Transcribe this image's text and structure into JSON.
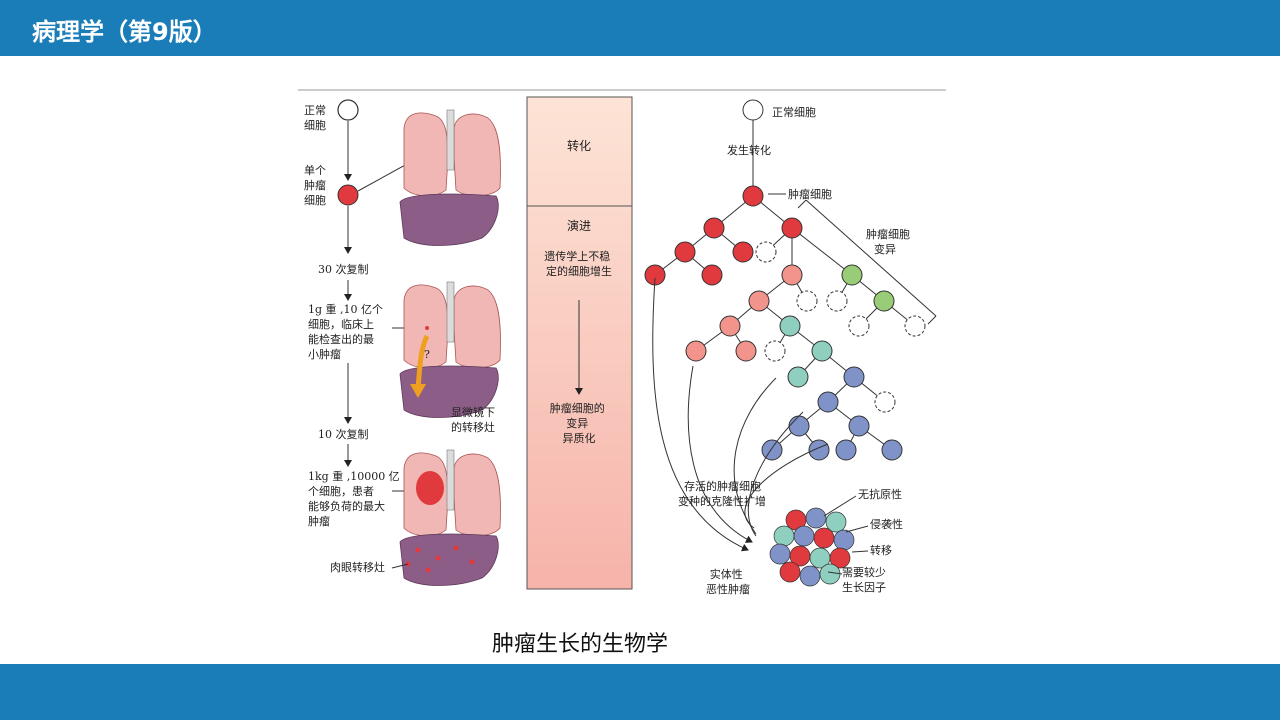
{
  "header": {
    "title": "病理学（第9版）"
  },
  "caption": "肿瘤生长的生物学",
  "left": {
    "normal_cell": [
      "正常",
      "细胞"
    ],
    "single_tumor_cell": [
      "单个",
      "肿瘤",
      "细胞"
    ],
    "replication_30": "30 次复制",
    "stage_1g": [
      "1g 重 ,10 亿个",
      "细胞，临床上",
      "能检查出的最",
      "小肿瘤"
    ],
    "microscopic_mets": [
      "显微镜下",
      "的转移灶"
    ],
    "replication_10": "10 次复制",
    "stage_1kg": [
      "1kg 重 ,10000 亿",
      "个细胞，患者",
      "能够负荷的最大",
      "肿瘤"
    ],
    "gross_mets": "肉眼转移灶",
    "question_mark": "?"
  },
  "middle": {
    "transformation": "转化",
    "progression": "演进",
    "genetic_instability": [
      "遗传学上不稳",
      "定的细胞增生"
    ],
    "heterogeneity": [
      "肿瘤细胞的",
      "变异",
      "异质化"
    ]
  },
  "right": {
    "normal_cell": "正常细胞",
    "transformed": "发生转化",
    "tumor_cell": "肿瘤细胞",
    "tumor_variants": [
      "肿瘤细胞",
      "变异"
    ],
    "surviving_clones": [
      "存活的肿瘤细胞",
      "变种的克隆性扩增"
    ],
    "solid_malignant": [
      "实体性",
      "恶性肿瘤"
    ],
    "no_antigenicity": "无抗原性",
    "invasiveness": "侵袭性",
    "metastasis": "转移",
    "growth_factors": [
      "需要较少",
      "生长因子"
    ]
  },
  "colors": {
    "bar": "#1a7db8",
    "red_cell": "#e03a3e",
    "pink_cell": "#f2948c",
    "teal_cell": "#8fcfc0",
    "green_cell": "#99cc77",
    "blue_cell": "#7f93c9",
    "lung": "#f1b7b4",
    "liver": "#8c5d86"
  }
}
